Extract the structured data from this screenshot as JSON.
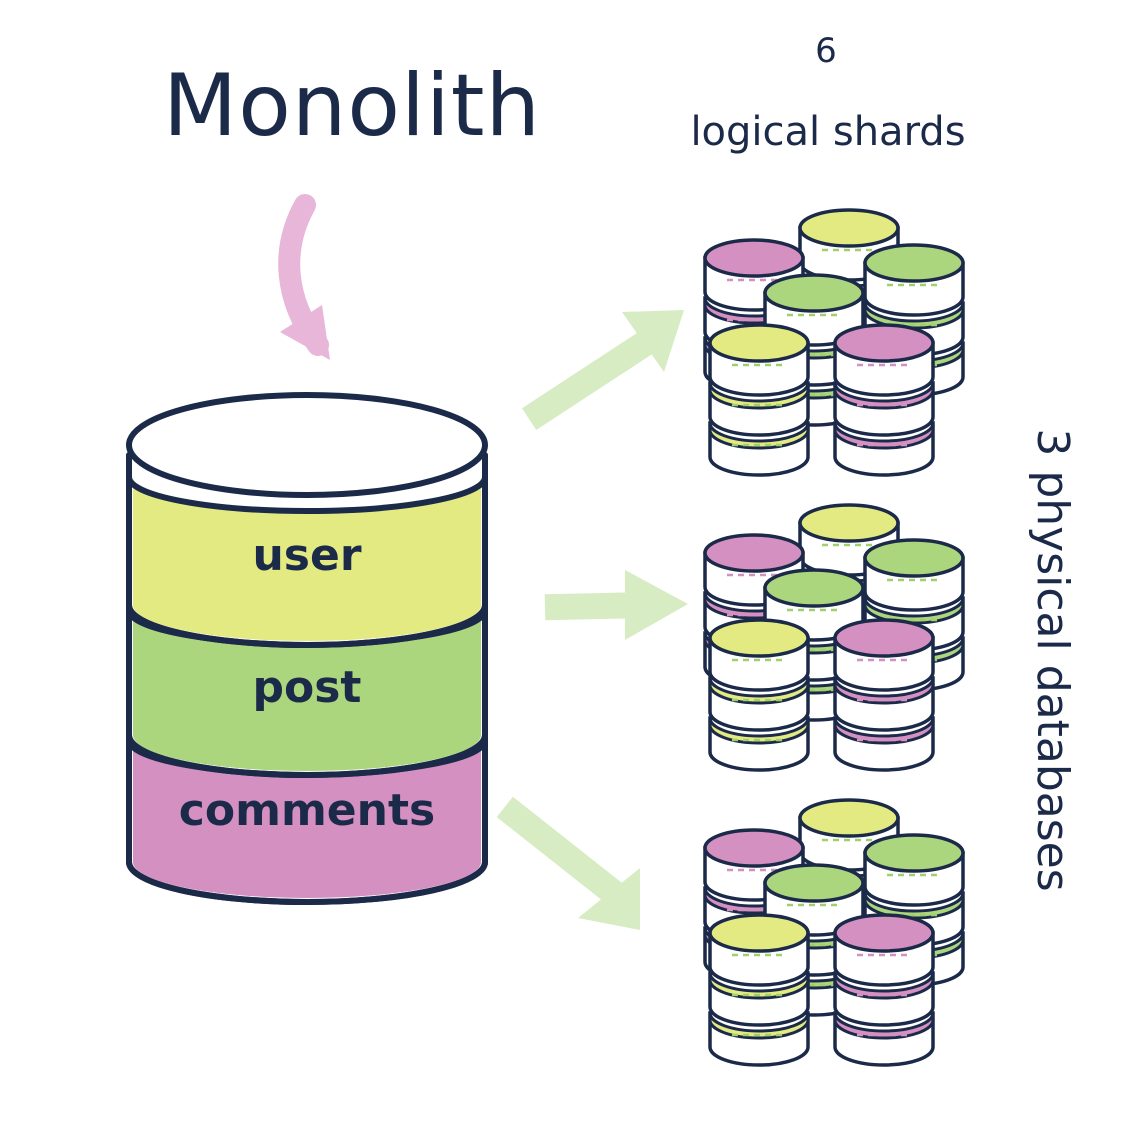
{
  "title": "Monolith",
  "shards_note": {
    "count": "6",
    "label": "logical shards"
  },
  "side_note": "3 physical databases",
  "monolith": {
    "layers": [
      {
        "label": "user",
        "color": "#e4ea82"
      },
      {
        "label": "post",
        "color": "#acd67e"
      },
      {
        "label": "comments",
        "color": "#d490c0"
      }
    ],
    "top_color": "#ffffff"
  },
  "colors": {
    "outline": "#1c2a4a",
    "yellow": "#e4ea82",
    "green": "#acd67e",
    "pink": "#d490c0",
    "arrow_green": "#d7ecc3",
    "arrow_pink": "#e8b6d8",
    "dash_pink": "#d490c0",
    "dash_green": "#9fd06a"
  },
  "physical_databases": [
    {
      "shards": [
        "pink",
        "yellow",
        "green",
        "green",
        "yellow",
        "pink"
      ]
    },
    {
      "shards": [
        "pink",
        "yellow",
        "green",
        "green",
        "yellow",
        "pink"
      ]
    },
    {
      "shards": [
        "pink",
        "yellow",
        "green",
        "green",
        "yellow",
        "pink"
      ]
    }
  ]
}
